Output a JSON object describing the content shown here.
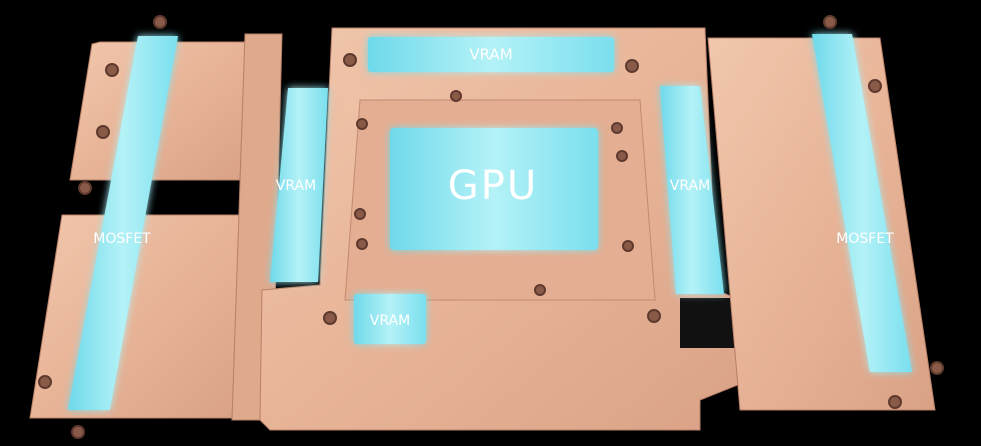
{
  "labels": {
    "vram_top": "VRAM",
    "vram_left": "VRAM",
    "gpu": "GPU",
    "vram_right": "VRAM",
    "vram_bottom": "VRAM",
    "mosfet_left": "MOSFET",
    "mosfet_right": "MOSFET"
  },
  "colors": {
    "background": "#000000",
    "copper": "#e9b79c",
    "copper_dark": "#c8917a",
    "thermal_pad": "#8fe6ef",
    "glow": "#5fd8ea"
  }
}
